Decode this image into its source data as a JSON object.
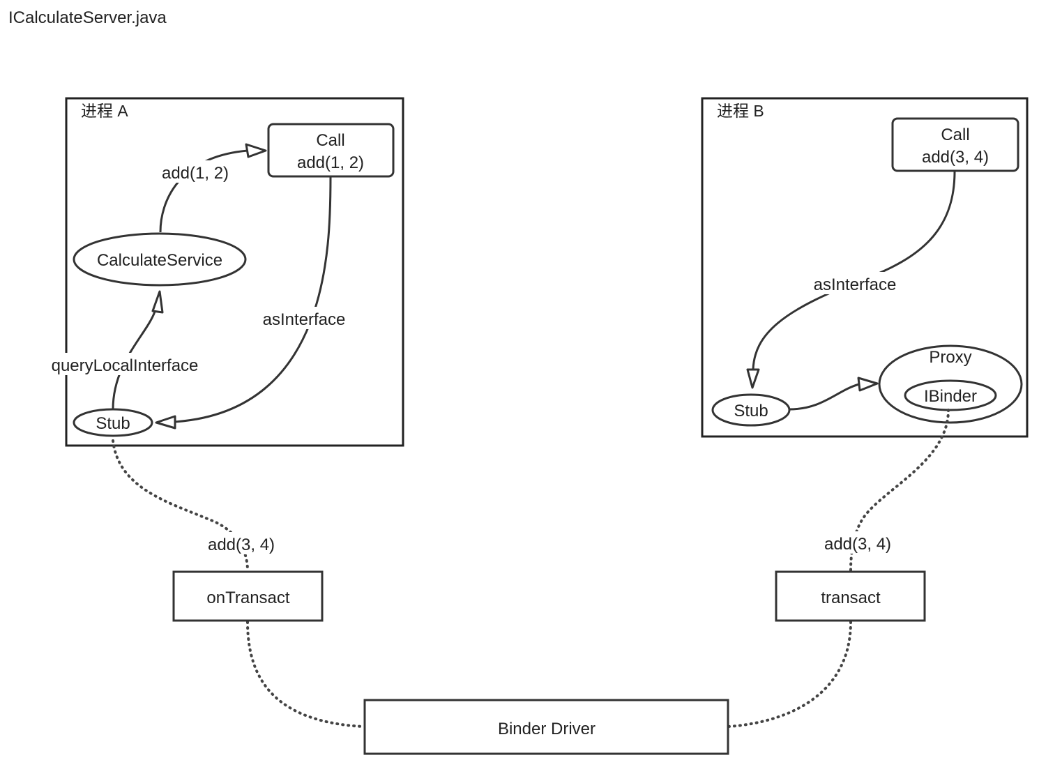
{
  "title": "ICalculateServer.java",
  "process_a": {
    "label": "进程 A",
    "call_line1": "Call",
    "call_line2": "add(1, 2)",
    "service": "CalculateService",
    "stub": "Stub",
    "edge_add": "add(1, 2)",
    "edge_query": "queryLocalInterface",
    "edge_asinterface": "asInterface"
  },
  "process_b": {
    "label": "进程 B",
    "call_line1": "Call",
    "call_line2": "add(3, 4)",
    "edge_asinterface": "asInterface",
    "stub": "Stub",
    "proxy": "Proxy",
    "ibinder": "IBinder"
  },
  "bottom": {
    "left_edge": "add(3, 4)",
    "right_edge": "add(3, 4)",
    "ontransact": "onTransact",
    "transact": "transact",
    "driver": "Binder Driver"
  }
}
